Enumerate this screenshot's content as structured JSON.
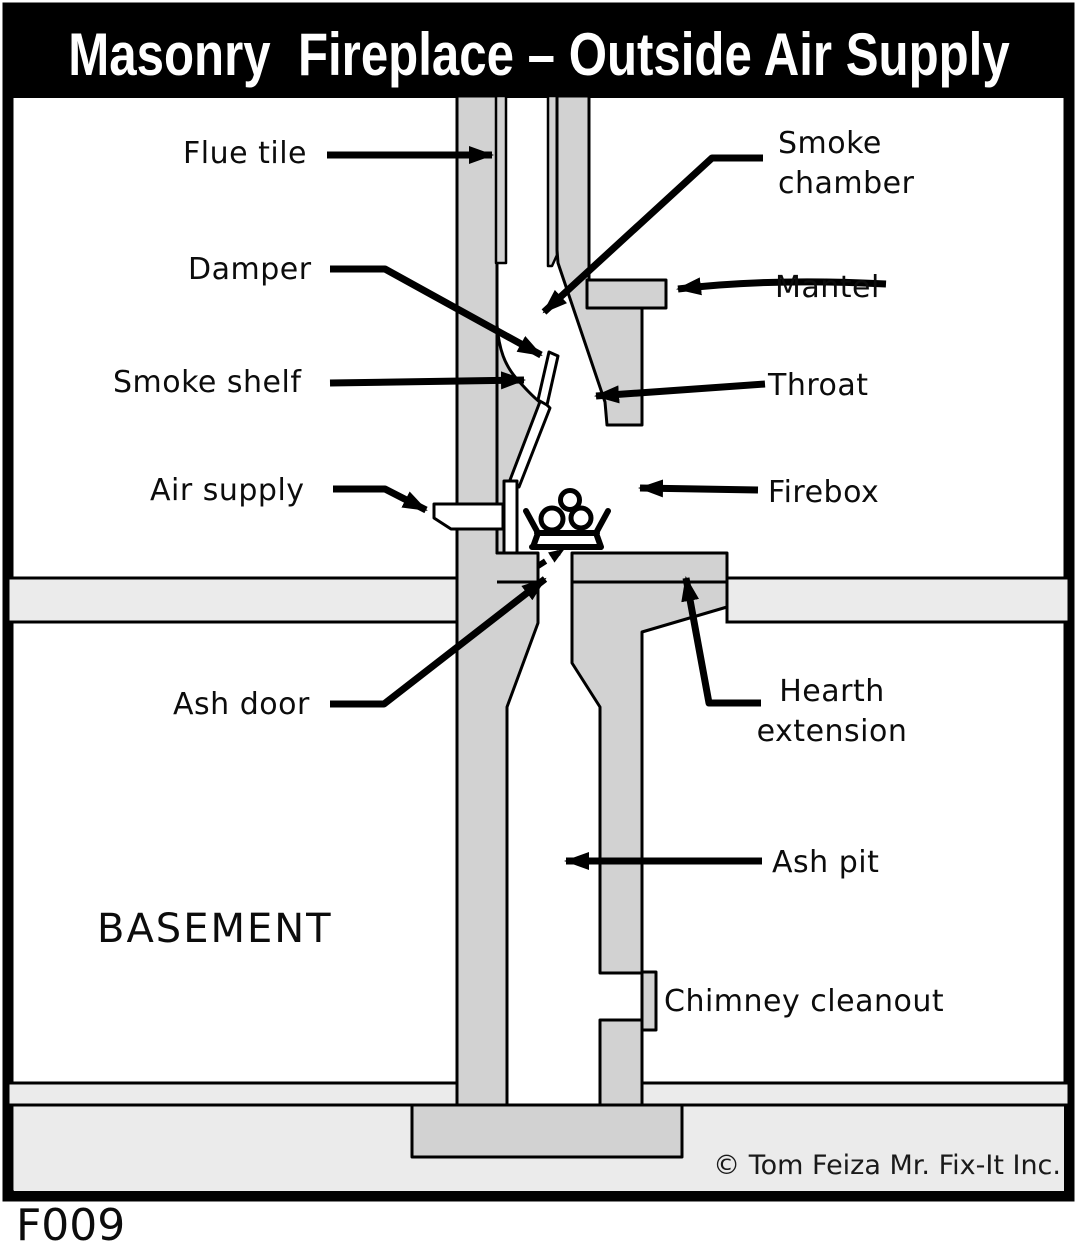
{
  "title": "Masonry  Fireplace – Outside Air Supply",
  "figure_code": "F009",
  "copyright": "© Tom Feiza Mr. Fix-It Inc.",
  "room_label": "BASEMENT",
  "callouts": {
    "flue_tile": "Flue tile",
    "smoke_chamber": "Smoke\nchamber",
    "damper": "Damper",
    "mantel": "Mantel",
    "smoke_shelf": "Smoke shelf",
    "throat": "Throat",
    "air_supply": "Air supply",
    "firebox": "Firebox",
    "ash_door": "Ash door",
    "hearth_extension": "Hearth\nextension",
    "ash_pit": "Ash pit",
    "chimney_cleanout": "Chimney cleanout"
  },
  "colors": {
    "masonry-fill": "#d2d2d2",
    "floor-fill": "#ebebeb",
    "line": "#000000",
    "title-bg": "#000000",
    "title-text": "#ffffff"
  }
}
